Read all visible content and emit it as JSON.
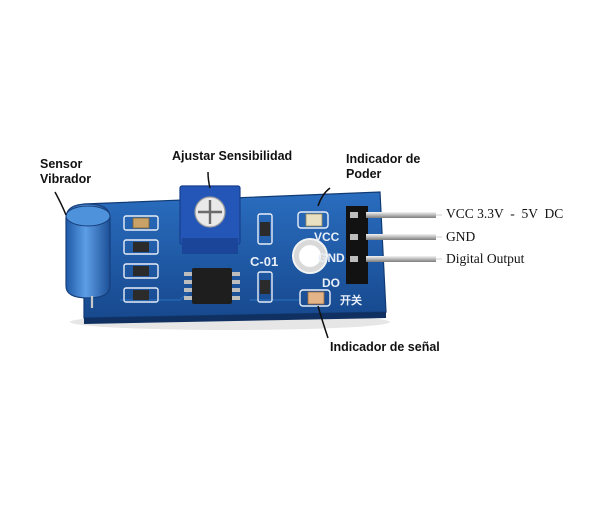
{
  "labels": {
    "sensor_line1": "Sensor",
    "sensor_line2": "Vibrador",
    "adjust": "Ajustar Sensibilidad",
    "power_line1": "Indicador de",
    "power_line2": "Poder",
    "signal": "Indicador de señal"
  },
  "pins": {
    "vcc": "VCC 3.3V  -  5V  DC",
    "gnd": "GND",
    "out": "Digital Output"
  },
  "silkscreen": {
    "vcc": "VCC",
    "gnd": "GND",
    "do": "DO",
    "switch": "开关",
    "model": "C-01"
  },
  "colors": {
    "pcb": "#1f5fae",
    "pcb_dark": "#154789",
    "sensor": "#3f83cf",
    "pot": "#2456b8",
    "led_power": "#e8e0c0",
    "led_signal": "#e2b488"
  }
}
